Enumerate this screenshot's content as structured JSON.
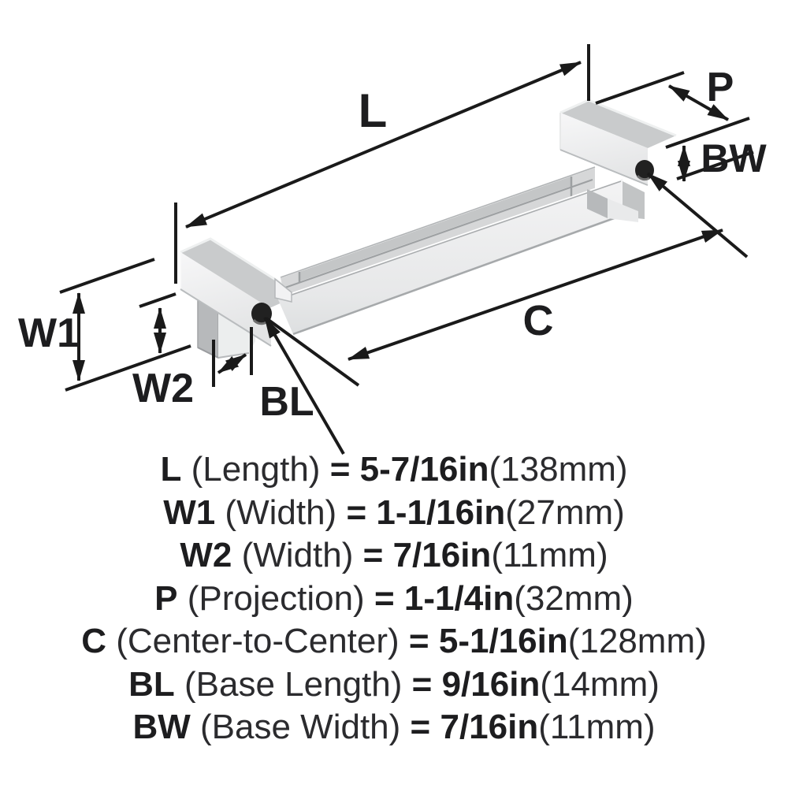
{
  "dims": {
    "L": {
      "label": "L"
    },
    "P": {
      "label": "P"
    },
    "BW": {
      "label": "BW"
    },
    "C": {
      "label": "C"
    },
    "W1": {
      "label": "W1"
    },
    "W2": {
      "label": "W2"
    },
    "BL": {
      "label": "BL"
    }
  },
  "specs": {
    "rows": [
      {
        "label": "L",
        "name": "(Length)",
        "eq": "=",
        "value": "5-7/16in",
        "metric": "(138mm)"
      },
      {
        "label": "W1",
        "name": "(Width)",
        "eq": "=",
        "value": "1-1/16in",
        "metric": "(27mm)"
      },
      {
        "label": "W2",
        "name": "(Width)",
        "eq": "=",
        "value": "7/16in",
        "metric": "(11mm)"
      },
      {
        "label": "P",
        "name": "(Projection)",
        "eq": "=",
        "value": "1-1/4in",
        "metric": "(32mm)"
      },
      {
        "label": "C",
        "name": "(Center-to-Center)",
        "eq": "=",
        "value": "5-1/16in",
        "metric": "(128mm)"
      },
      {
        "label": "BL",
        "name": "(Base Length)",
        "eq": "=",
        "value": "9/16in",
        "metric": "(14mm)"
      },
      {
        "label": "BW",
        "name": "(Base Width)",
        "eq": "=",
        "value": "7/16in",
        "metric": "(11mm)"
      }
    ]
  },
  "colors": {
    "line": "#1a1a1a",
    "metal_top": "#c9cbcc",
    "metal_face_light": "#f4f4f5",
    "metal_face_dark": "#e0e1e2",
    "metal_channel": "#c4c6c7",
    "metal_post_dark": "#b7b9bb",
    "groove": "#9da0a2",
    "hole": "#212121"
  }
}
